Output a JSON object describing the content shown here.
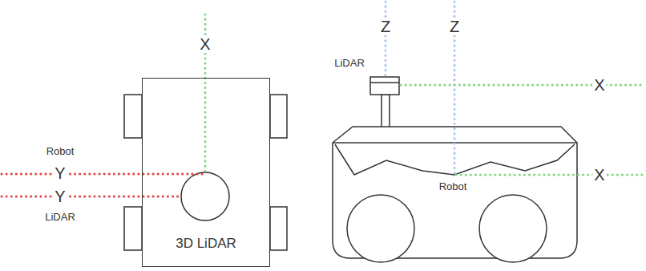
{
  "diagram": {
    "nodes": [
      {
        "text": [
          "3D LiDAR"
        ]
      }
    ],
    "labels": [
      "X",
      "Robot",
      "Y",
      "Y",
      "LiDAR",
      "LiDAR",
      "Z",
      "Z",
      "X",
      "X",
      "Robot"
    ]
  }
}
